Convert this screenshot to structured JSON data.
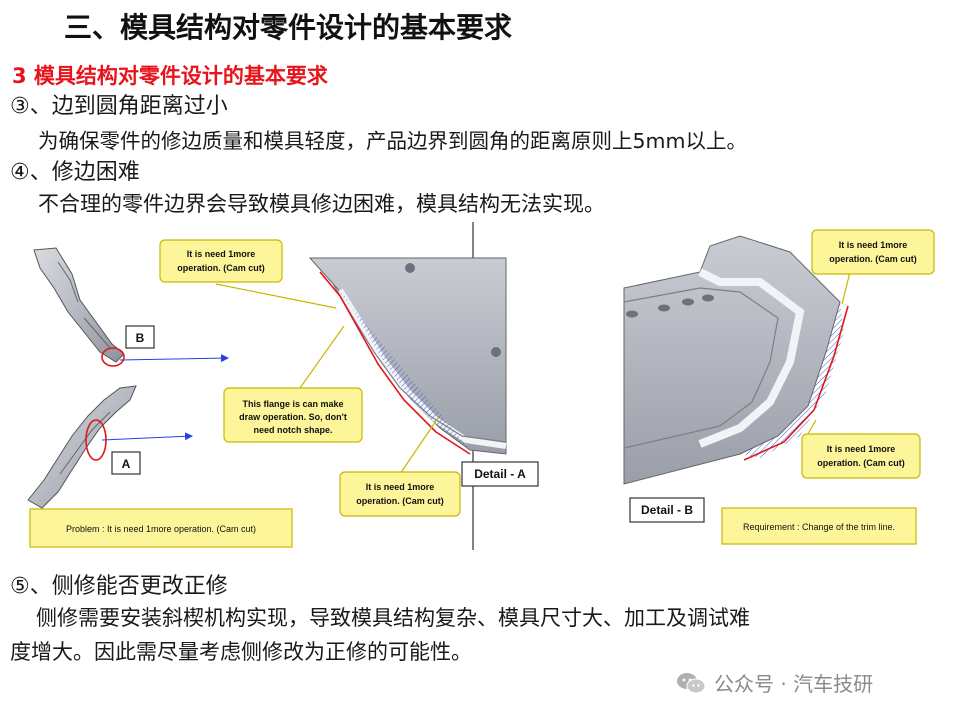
{
  "title": "三、模具结构对零件设计的基本要求",
  "subtitle": "3 模具结构对零件设计的基本要求",
  "items": [
    {
      "heading": "③、边到圆角距离过小",
      "body": "为确保零件的修边质量和模具轻度，产品边界到圆角的距离原则上5mm以上。"
    },
    {
      "heading": "④、修边困难",
      "body": "不合理的零件边界会导致模具修边困难，模具结构无法实现。"
    },
    {
      "heading": "⑤、侧修能否更改正修",
      "body_line1": "侧修需要安装斜楔机构实现，导致模具结构复杂、模具尺寸大、加工及调试难",
      "body_line2": "度增大。因此需尽量考虑侧修改为正修的可能性。"
    }
  ],
  "figure": {
    "label_b": "B",
    "label_a": "A",
    "callout_top_l1": "It is need 1more",
    "callout_top_l2": "operation. (Cam cut)",
    "callout_mid_l1": "This flange is can make",
    "callout_mid_l2": "draw operation. So, don't",
    "callout_mid_l3": "need notch shape.",
    "callout_bot_l1": "It is need 1more",
    "callout_bot_l2": "operation. (Cam cut)",
    "detail_a": "Detail - A",
    "problem": "Problem :  It is need 1more operation. (Cam cut)",
    "callout_right_top_l1": "It is need 1more",
    "callout_right_top_l2": "operation. (Cam cut)",
    "callout_right_bot_l1": "It is need 1more",
    "callout_right_bot_l2": "operation. (Cam cut)",
    "detail_b": "Detail - B",
    "requirement": "Requirement : Change of the trim line."
  },
  "watermark": "公众号 · 汽车技研",
  "colors": {
    "accent_red": "#e8141b",
    "callout_fill": "#fdf59a",
    "callout_stroke": "#c9b800",
    "arrow_blue": "#2a3fe0"
  }
}
